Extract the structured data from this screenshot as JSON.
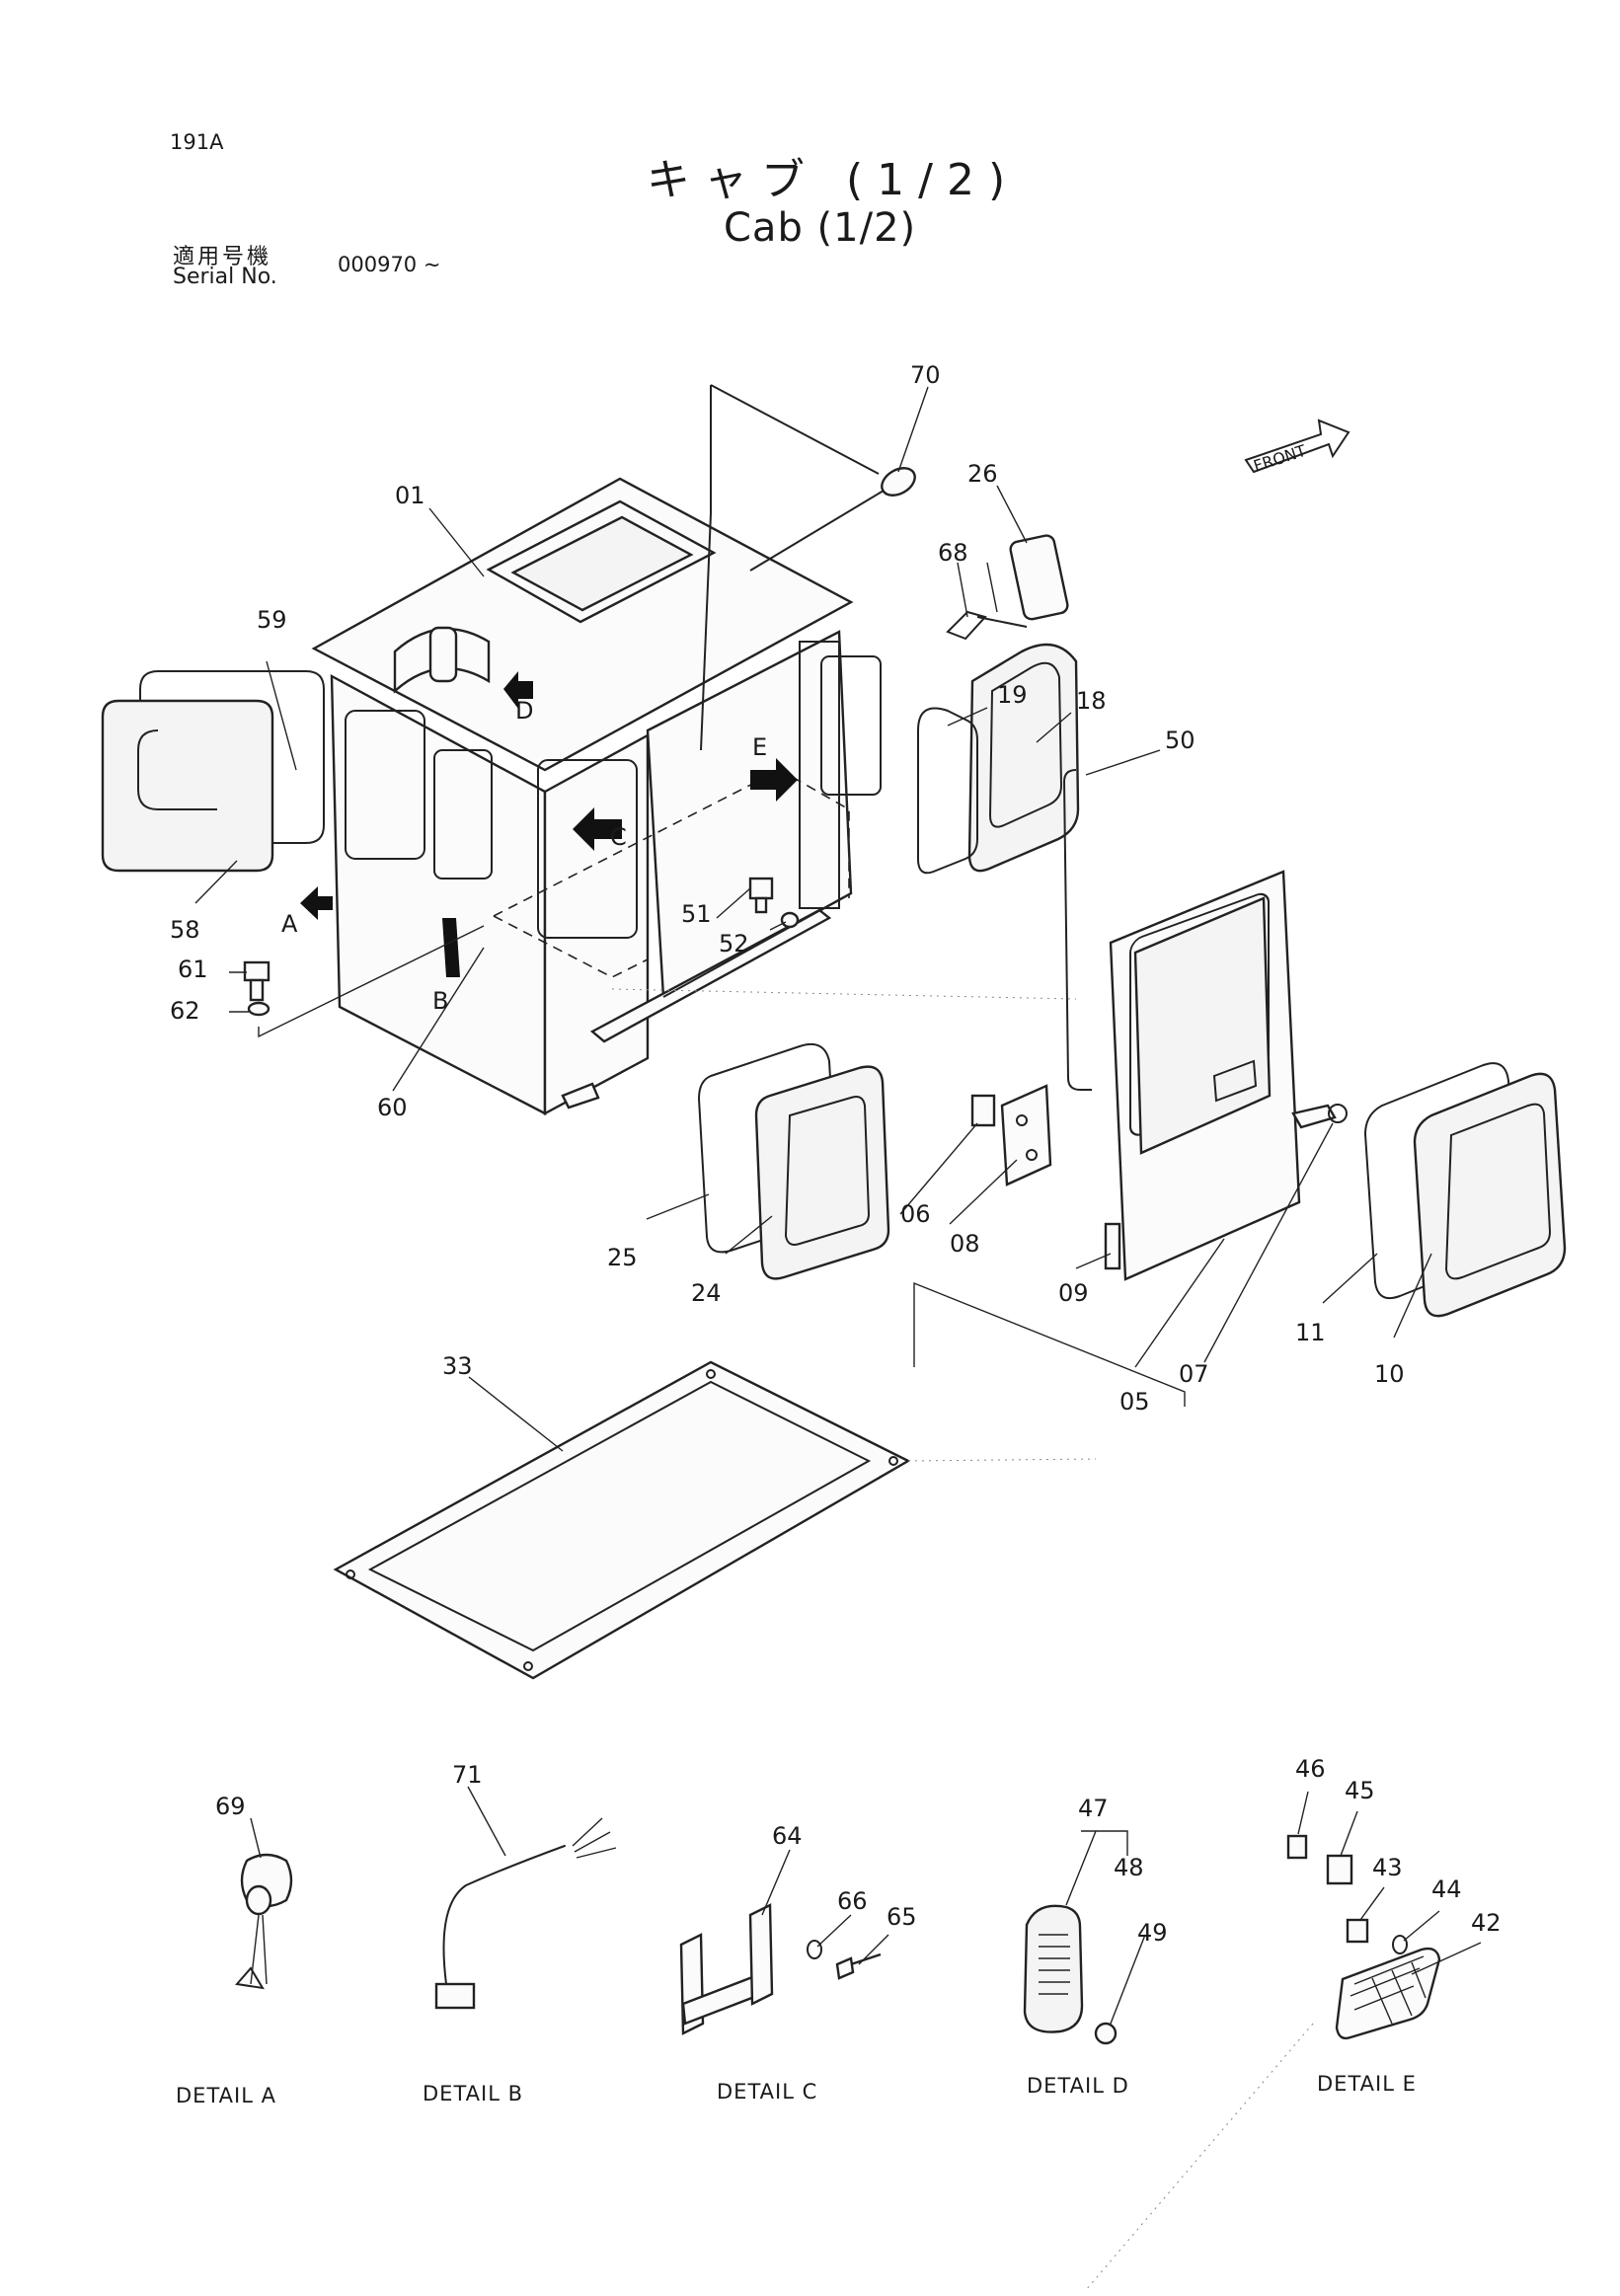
{
  "header": {
    "page_code": "191A",
    "title_jp": "キャブ (1/2)",
    "title_en": "Cab (1/2)",
    "serial_label_jp": "適用号機",
    "serial_label_en": "Serial No.",
    "serial_value": "000970 ~"
  },
  "front_badge": "FRONT",
  "part_labels": [
    "70",
    "26",
    "68",
    "01",
    "59",
    "58",
    "61",
    "62",
    "60",
    "19",
    "18",
    "50",
    "51",
    "52",
    "25",
    "24",
    "06",
    "08",
    "09",
    "05",
    "07",
    "11",
    "10",
    "33",
    "69",
    "71",
    "64",
    "66",
    "65",
    "47",
    "48",
    "49",
    "46",
    "45",
    "43",
    "44",
    "42"
  ],
  "view_markers": [
    "A",
    "B",
    "C",
    "D",
    "E"
  ],
  "details": [
    "DETAIL A",
    "DETAIL B",
    "DETAIL C",
    "DETAIL D",
    "DETAIL E"
  ]
}
